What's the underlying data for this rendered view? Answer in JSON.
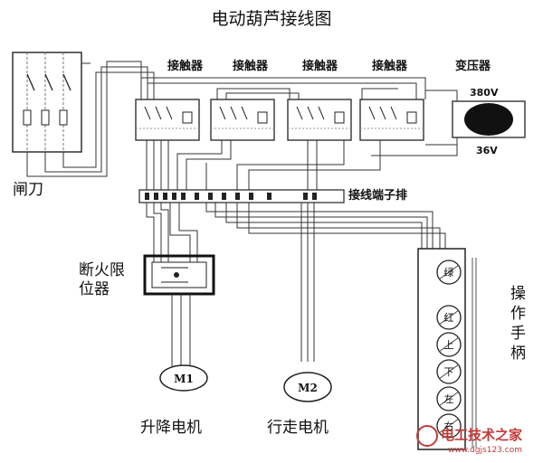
{
  "title": "电动葫芦接线图",
  "labels": {
    "knife_switch": "闸刀",
    "contactor_1": "接触器",
    "contactor_2": "接触器",
    "contactor_3": "接触器",
    "contactor_4": "接触器",
    "transformer": "变压器",
    "voltage_high": "380V",
    "voltage_low": "36V",
    "terminal_block": "接线端子排",
    "limit_switch_line1": "断火限",
    "limit_switch_line2": "位器",
    "handle_label": [
      "操",
      "作",
      "手",
      "柄"
    ],
    "motor_1": "M1",
    "motor_2": "M2",
    "motor_1_caption": "升降电机",
    "motor_2_caption": "行走电机"
  },
  "pendant_buttons": [
    "绿",
    "红",
    "上",
    "下",
    "左",
    "右"
  ],
  "watermark": {
    "text": "电工技术之家",
    "url": "www.dgjs123.com"
  }
}
